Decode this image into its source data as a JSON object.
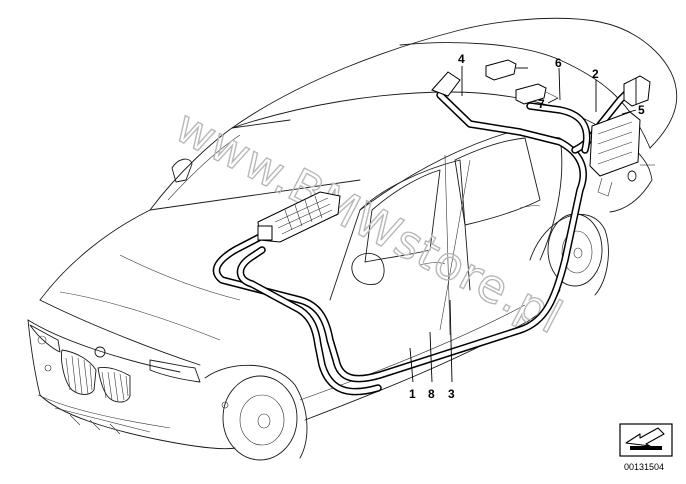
{
  "diagram": {
    "callouts": [
      "1",
      "8",
      "3",
      "4",
      "6",
      "2",
      "5",
      "7"
    ],
    "watermark": "www.BMWstore.pl",
    "document_id": "00131504"
  }
}
